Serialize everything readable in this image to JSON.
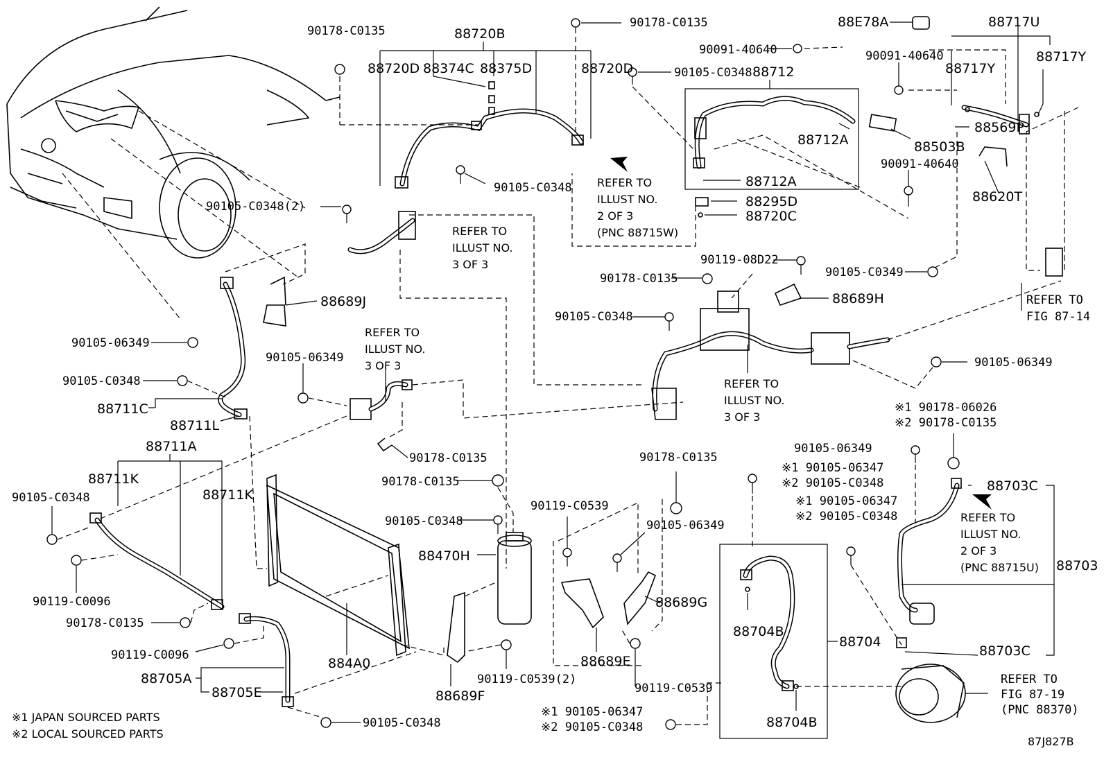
{
  "labels": {
    "p88720B": "88720B",
    "p88720D_a": "88720D",
    "p88374C": "88374C",
    "p88375D": "88375D",
    "p88720D_b": "88720D",
    "c90178_top1": "90178-C0135",
    "c90178_top2": "90178-C0135",
    "c90105_0348_top": "90105-C0348",
    "p88712": "88712",
    "p88712A_a": "88712A",
    "p88712A_b": "88712A",
    "p88295D": "88295D",
    "p88720C": "88720C",
    "c90091_a": "90091-40640",
    "c90091_b": "90091-40640",
    "c90091_c": "90091-40640",
    "p88E78A": "88E78A",
    "p88717U": "88717U",
    "p88717Y_a": "88717Y",
    "p88717Y_b": "88717Y",
    "p88569P": "88569P",
    "p88503B": "88503B",
    "p88620T": "88620T",
    "c90105_0348_mid": "90105-C0348",
    "c90105_0348_2": "90105-C0348(2)",
    "p88689J": "88689J",
    "c90105_06349_a": "90105-06349",
    "c90105_0348_left": "90105-C0348",
    "p88711C": "88711C",
    "p88711L": "88711L",
    "c90105_06349_b": "90105-06349",
    "c90178_mid": "90178-C0135",
    "c90119_08D22": "90119-08D22",
    "c90178_center": "90178-C0135",
    "p88689H": "88689H",
    "c90105_0348_center": "90105-C0348",
    "c90105_0349": "90105-C0349",
    "c90105_06349_right": "90105-06349",
    "p88711A": "88711A",
    "p88711K_a": "88711K",
    "p88711K_b": "88711K",
    "c90105_0348_ll": "90105-C0348",
    "c90119_C0096_a": "90119-C0096",
    "c90178_ll": "90178-C0135",
    "c90119_C0096_b": "90119-C0096",
    "p88705A": "88705A",
    "p88705E": "88705E",
    "c90105_0348_bottom": "90105-C0348",
    "p884A0": "884A0",
    "c90178_mid2": "90178-C0135",
    "c90105_0348_mid2": "90105-C0348",
    "p88470H": "88470H",
    "c90119_C0539_2": "90119-C0539(2)",
    "p88689F": "88689F",
    "c90119_C0539_a": "90119-C0539",
    "c90178_mid3": "90178-C0135",
    "c90105_06349_mid": "90105-06349",
    "p88689G": "88689G",
    "p88689E": "88689E",
    "c90119_C0539_b": "90119-C0539",
    "c90105_06347_a1": "※1 90105-06347",
    "c90105_0348_a2": "※2 90105-C0348",
    "c90105_06347_b1": "※1 90105-06347",
    "c90105_0348_b2": "※2 90105-C0348",
    "c90105_06347_c1": "※1 90105-06347",
    "c90105_0348_c2": "※2 90105-C0348",
    "c90105_06349_r2": "90105-06349",
    "c90178_06026": "※1 90178-06026",
    "c90178_C0135_2": "※2 90178-C0135",
    "p88703C_a": "88703C",
    "p88703": "88703",
    "p88703C_b": "88703C",
    "p88704": "88704",
    "p88704B_a": "88704B",
    "p88704B_b": "88704B"
  },
  "refs": {
    "r1": [
      "REFER TO",
      "ILLUST NO.",
      "2 OF 3",
      "(PNC 88715W)"
    ],
    "r2": [
      "REFER TO",
      "ILLUST NO.",
      "3 OF 3"
    ],
    "r3": [
      "REFER TO",
      "ILLUST NO.",
      "3 OF 3"
    ],
    "r4": [
      "REFER TO",
      "ILLUST NO.",
      "3 OF 3"
    ],
    "r5": [
      "REFER TO",
      "FIG 87-14"
    ],
    "r6": [
      "REFER TO",
      "ILLUST NO.",
      "2 OF 3",
      "(PNC 88715U)"
    ],
    "r7": [
      "REFER TO",
      "FIG 87-19",
      "(PNC 88370)"
    ]
  },
  "notes": {
    "japan": "※1 JAPAN SOURCED PARTS",
    "local": "※2 LOCAL SOURCED PARTS",
    "figure_code": "87J827B"
  }
}
